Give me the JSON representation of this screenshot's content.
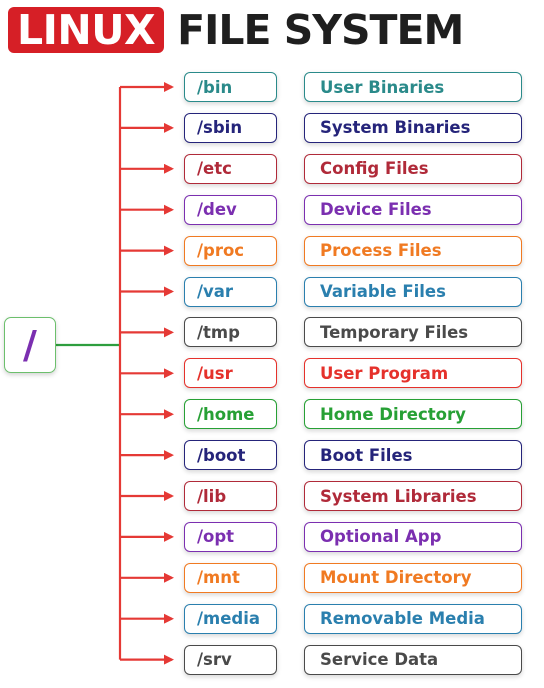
{
  "title": {
    "badge": "LINUX",
    "rest": "FILE SYSTEM"
  },
  "colors": {
    "title_badge": "#d61f26",
    "arrows": "#e53935",
    "root_link": "#2e9e3e"
  },
  "root": {
    "label": "/",
    "color": "#7b2fb0",
    "border": "#6cbf6c"
  },
  "entries": [
    {
      "dir": "/bin",
      "desc": "User Binaries",
      "color": "#2a8a8a"
    },
    {
      "dir": "/sbin",
      "desc": "System Binaries",
      "color": "#25247a"
    },
    {
      "dir": "/etc",
      "desc": "Config Files",
      "color": "#b02a39"
    },
    {
      "dir": "/dev",
      "desc": "Device Files",
      "color": "#7b2fb0"
    },
    {
      "dir": "/proc",
      "desc": "Process Files",
      "color": "#f07a22"
    },
    {
      "dir": "/var",
      "desc": "Variable Files",
      "color": "#2a7fae"
    },
    {
      "dir": "/tmp",
      "desc": "Temporary Files",
      "color": "#4a4a4a"
    },
    {
      "dir": "/usr",
      "desc": "User Program",
      "color": "#e5312b"
    },
    {
      "dir": "/home",
      "desc": "Home Directory",
      "color": "#27a035"
    },
    {
      "dir": "/boot",
      "desc": "Boot Files",
      "color": "#25247a"
    },
    {
      "dir": "/lib",
      "desc": "System Libraries",
      "color": "#b02a39"
    },
    {
      "dir": "/opt",
      "desc": "Optional App",
      "color": "#7b2fb0"
    },
    {
      "dir": "/mnt",
      "desc": "Mount Directory",
      "color": "#f07a22"
    },
    {
      "dir": "/media",
      "desc": "Removable Media",
      "color": "#2a7fae"
    },
    {
      "dir": "/srv",
      "desc": "Service Data",
      "color": "#4a4a4a"
    }
  ]
}
